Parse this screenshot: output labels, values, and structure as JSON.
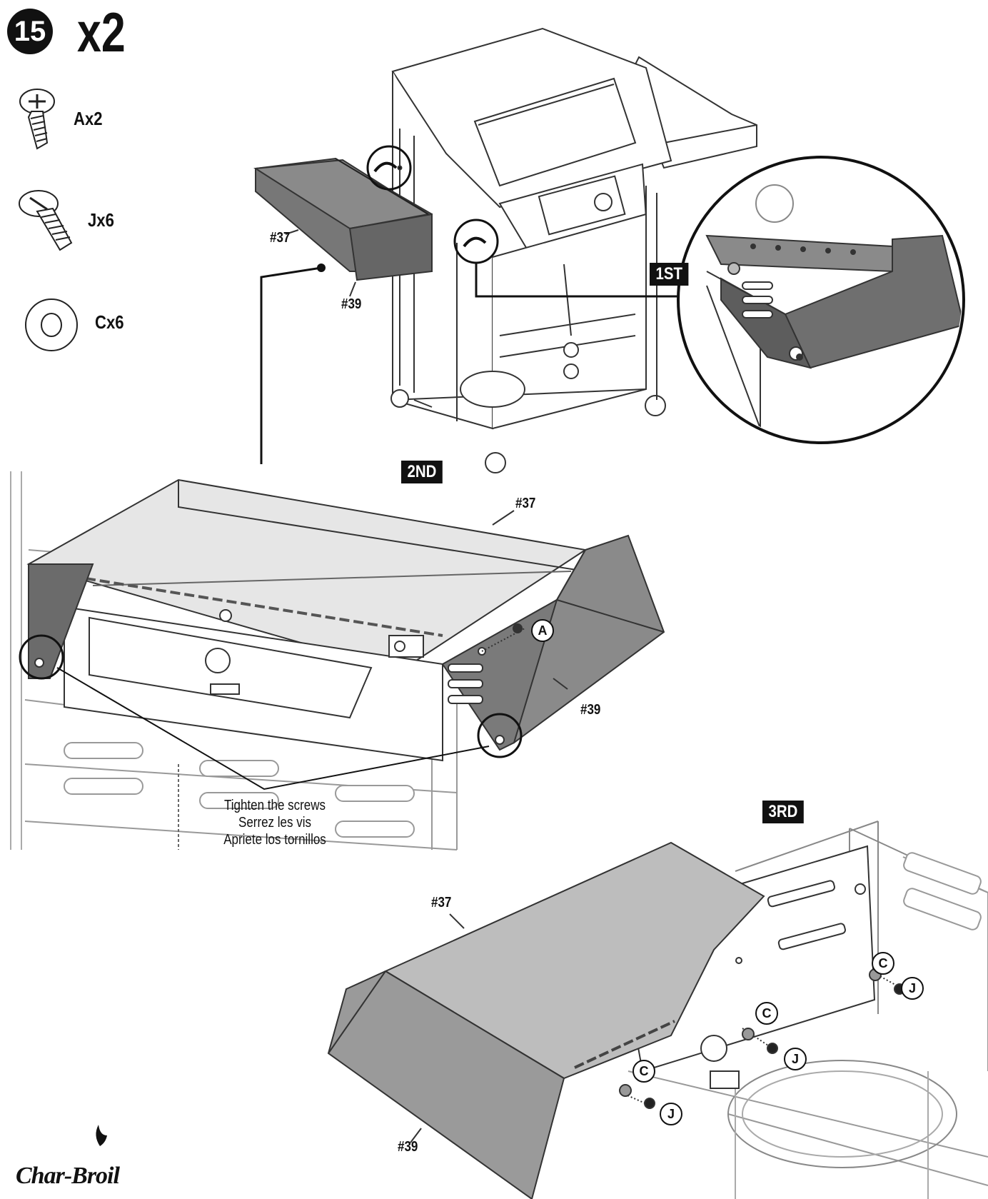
{
  "step": {
    "number": "15",
    "quantity": "x2"
  },
  "hardware": [
    {
      "icon": "screw-a-icon",
      "label": "Ax2"
    },
    {
      "icon": "screw-j-icon",
      "label": "Jx6"
    },
    {
      "icon": "washer-c-icon",
      "label": "Cx6"
    }
  ],
  "stages": {
    "first": "1ST",
    "second": "2ND",
    "third": "3RD"
  },
  "parts": {
    "p37": "#37",
    "p39": "#39"
  },
  "callouts": {
    "a": "A",
    "c": "C",
    "j": "J"
  },
  "note": {
    "line1": "Tighten the screws",
    "line2": "Serrez les vis",
    "line3": "Apriete los tornillos"
  },
  "brand": "Char-Broil"
}
